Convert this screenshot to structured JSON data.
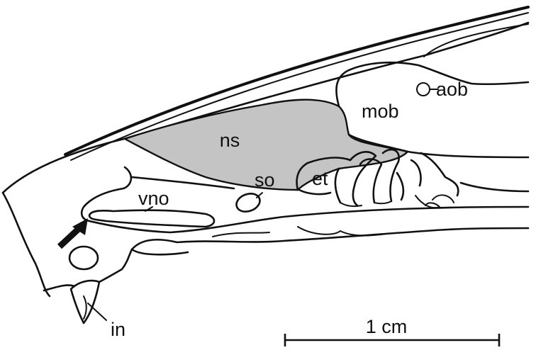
{
  "colors": {
    "line": "#111111",
    "nasal_septum_fill": "#c4c4c4",
    "background": "#ffffff"
  },
  "labels": {
    "ns": "ns",
    "mob": "mob",
    "aob": "aob",
    "so": "so",
    "et": "et",
    "vno": "vno",
    "in": "in"
  },
  "scale_bar": {
    "label": "1 cm"
  },
  "icons": {
    "arrow": "arrow-pointing-icon"
  }
}
